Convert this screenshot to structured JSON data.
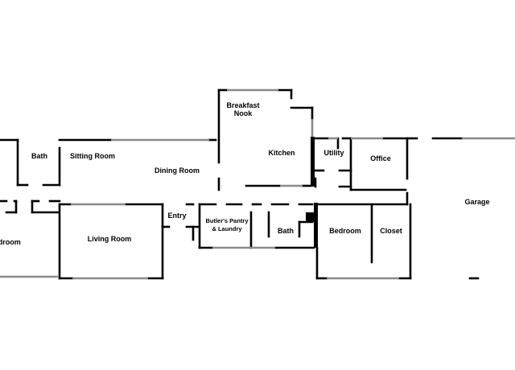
{
  "rooms": {
    "breakfast_nook": "Breakfast\nNook",
    "kitchen": "Kitchen",
    "utility": "Utility",
    "office": "Office",
    "bath_left": "Bath",
    "sitting_room": "Sitting Room",
    "dining_room": "Dining Room",
    "garage": "Garage",
    "entry": "Entry",
    "butlers_pantry": "Butler's Pantry\n& Laundry",
    "bath_center": "Bath",
    "bedroom_right": "Bedroom",
    "closet": "Closet",
    "bedroom_left": "Bedroom",
    "living_room": "Living Room"
  },
  "colors": {
    "wall": "#000000",
    "window": "#8a8a8a",
    "background": "#ffffff"
  }
}
